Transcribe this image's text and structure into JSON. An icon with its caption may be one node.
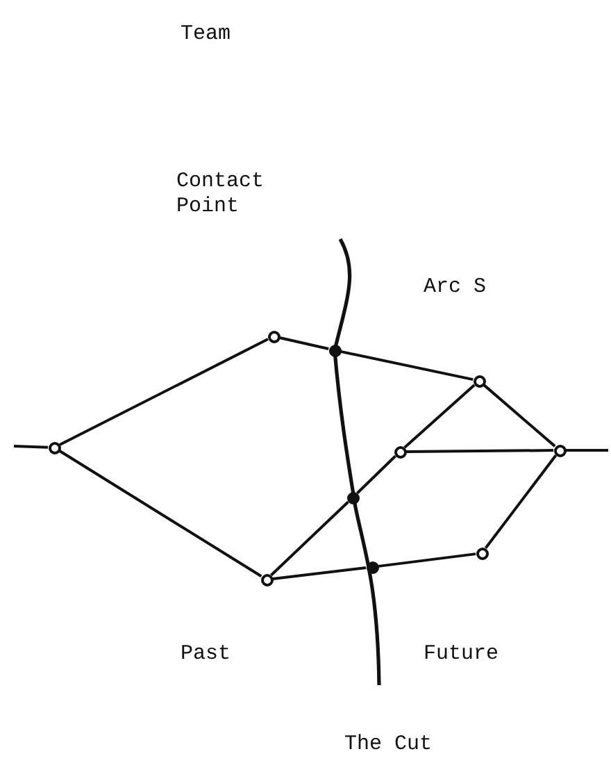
{
  "diagram": {
    "nodes": [
      {
        "text": [],
        "shape": "circle"
      },
      {
        "text": [],
        "shape": "circle"
      },
      {
        "text": [],
        "shape": "circle"
      },
      {
        "text": [],
        "shape": "dot"
      },
      {
        "text": [],
        "shape": "dot"
      },
      {
        "text": [],
        "shape": "dot"
      },
      {
        "text": [],
        "shape": "circle"
      },
      {
        "text": [],
        "shape": "circle"
      },
      {
        "text": [],
        "shape": "circle"
      },
      {
        "text": [],
        "shape": "circle"
      }
    ],
    "edges": [
      {
        "from": null,
        "to": 0,
        "arrow": "none"
      },
      {
        "from": 0,
        "to": 2,
        "arrow": "none"
      },
      {
        "from": 0,
        "to": 1,
        "arrow": "none"
      },
      {
        "from": 2,
        "to": 3,
        "arrow": "none"
      },
      {
        "from": 3,
        "to": 7,
        "arrow": "none"
      },
      {
        "from": 7,
        "to": 6,
        "arrow": "none"
      },
      {
        "from": 1,
        "to": 4,
        "arrow": "none"
      },
      {
        "from": 4,
        "to": 6,
        "arrow": "none"
      },
      {
        "from": 1,
        "to": 5,
        "arrow": "none"
      },
      {
        "from": 5,
        "to": 8,
        "arrow": "none"
      },
      {
        "from": 8,
        "to": 9,
        "arrow": "none"
      },
      {
        "from": 6,
        "to": 9,
        "arrow": "none"
      },
      {
        "from": 7,
        "to": 9,
        "arrow": "none"
      },
      {
        "from": 9,
        "to": null,
        "arrow": "none"
      }
    ],
    "labels": [
      "Team",
      "Contact Point",
      "Arc S",
      "Past",
      "Future",
      "The Cut"
    ]
  }
}
